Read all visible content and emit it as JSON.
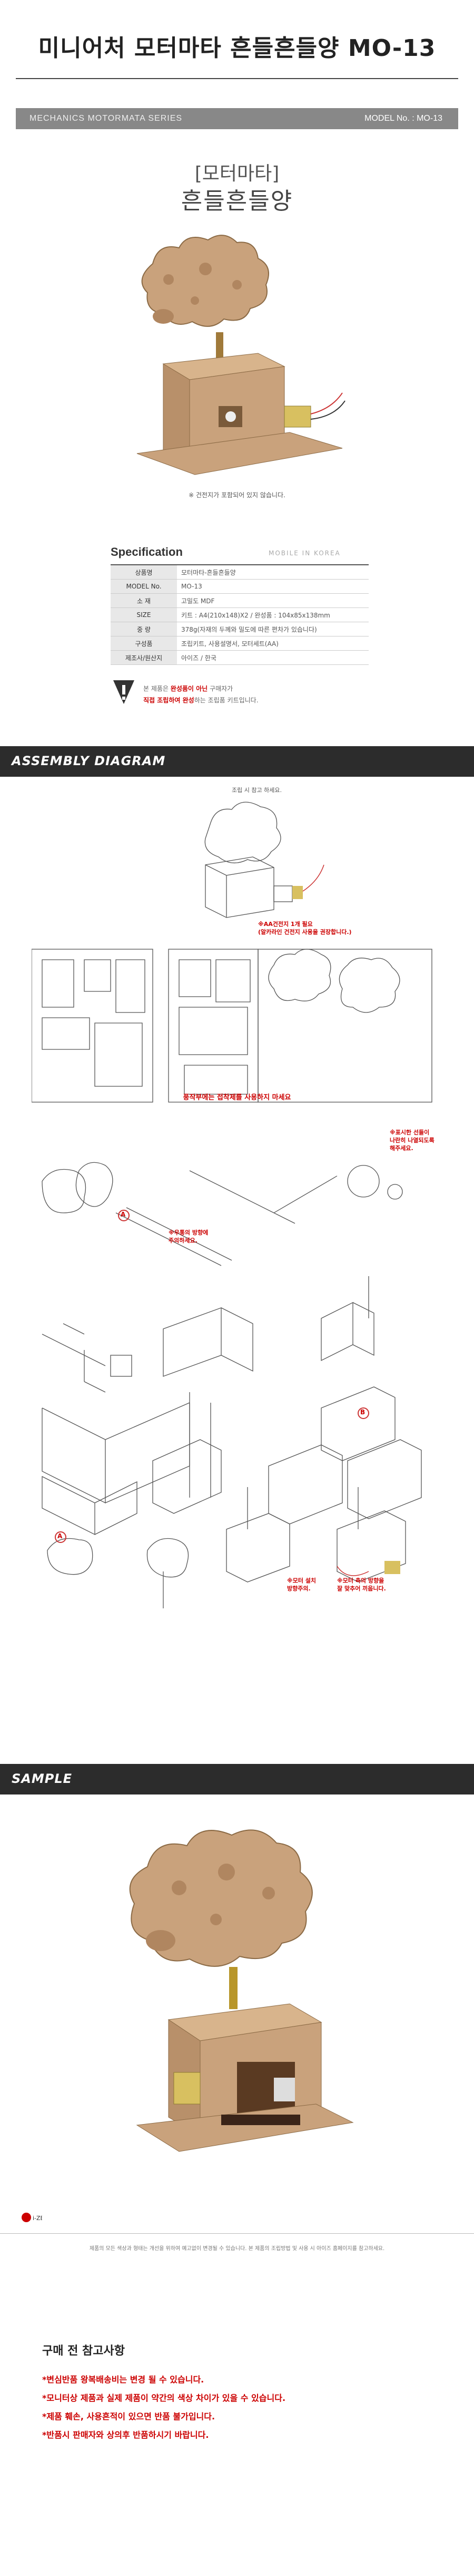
{
  "header": {
    "title": "미니어처 모터마타 흔들흔들양 MO-13",
    "series": "MECHANICS MOTORMATA SERIES",
    "model_label": "MODEL No. : MO-13"
  },
  "product": {
    "bracket": "[모터마타]",
    "name": "흔들흔들양",
    "caption": "※ 건전지가 포함되어 있지 않습니다."
  },
  "spec": {
    "title": "Specification",
    "subtitle": "MOBILE IN KOREA",
    "rows": [
      {
        "k": "상품명",
        "v": "모터마타-흔들흔들양"
      },
      {
        "k": "MODEL No.",
        "v": "MO-13"
      },
      {
        "k": "소 재",
        "v": "고밀도 MDF"
      },
      {
        "k": "SIZE",
        "v": "키트 : A4(210x148)X2 / 완성품 : 104x85x138mm"
      },
      {
        "k": "중 량",
        "v": "378g(자재의 두께와 밀도에 따른 편차가 있습니다)"
      },
      {
        "k": "구성품",
        "v": "조립키트, 사용설명서, 모터세트(AA)"
      },
      {
        "k": "제조사/원산지",
        "v": "아이즈 / 한국"
      }
    ],
    "warn1_a": "본 제품은 ",
    "warn1_red": "완성품이 아닌",
    "warn1_b": " 구매자가",
    "warn2_red": "직접 조립하여 완성",
    "warn2_b": "하는 조립품 키트입니다."
  },
  "assembly": {
    "section_label": "ASSEMBLY DIAGRAM",
    "note": "조립 시 참고 하세요.",
    "battery_note_1": "※AA건전지 1개 필요",
    "battery_note_2": "(알카라인 건전지 사용을 권장합니다.)",
    "glue_warning": "풍작부에는 접착제를 사용하지 마세요",
    "axle_note": "※우통의 방향에 주의하세요.",
    "gear_note_1": "※표시한 선들이",
    "gear_note_2": "나란히 나열되도록",
    "gear_note_3": "해주세요.",
    "motor_note_1": "※모터 설치",
    "motor_note_2": "방향주의.",
    "motor_axis_note_1": "※모터 축의 방향을",
    "motor_axis_note_2": "잘 맞추어 끼웁니다.",
    "marker_a": "A",
    "marker_b": "B"
  },
  "sample": {
    "section_label": "SAMPLE"
  },
  "footer": {
    "logo": "i-ZE",
    "note": "제품의 모든 색상과 형태는 개선을 위하여 예고없이 변경될 수 있습니다. 본 제품의 조립방법 및 사용 시 아이즈 홈페이지를 참고하세요."
  },
  "notice": {
    "title": "구매 전 참고사항",
    "items": [
      "*변심반품 왕복배송비는 변경 될 수 있습니다.",
      "*모니터상 제품과 실제 제품이 약간의 색상 차이가 있을 수 있습니다.",
      "*제품 훼손, 사용흔적이 있으면 반품 불가입니다.",
      "*반품시 판매자와 상의후 반품하시기 바랍니다."
    ]
  },
  "colors": {
    "wood": "#c9a27c",
    "wood_dark": "#a97f56",
    "warning_red": "#cc0000",
    "section_bar": "#2c2c2c"
  }
}
